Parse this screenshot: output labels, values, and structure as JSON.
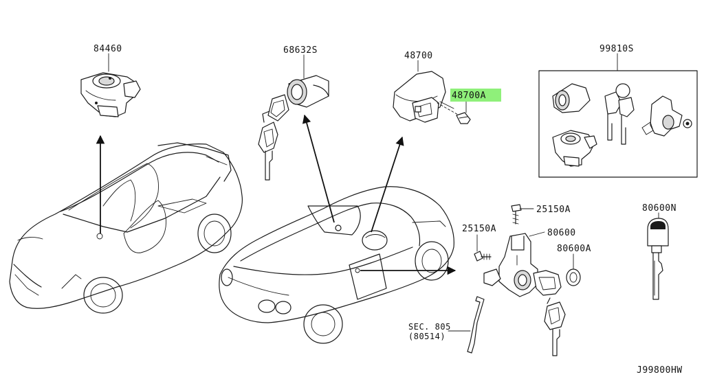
{
  "labels": {
    "p84460": "84460",
    "p68632s": "68632S",
    "p48700": "48700",
    "p48700a": "48700A",
    "p99810s": "99810S",
    "p25150a_top": "25150A",
    "p25150a_left": "25150A",
    "p80600": "80600",
    "p80600a": "80600A",
    "p80600n": "80600N",
    "sec_line1": "SEC. 805",
    "sec_line2": "(80514)",
    "diagram_code": "J99800HW"
  },
  "highlight": {
    "part": "48700A",
    "color": "#8ff07a"
  }
}
